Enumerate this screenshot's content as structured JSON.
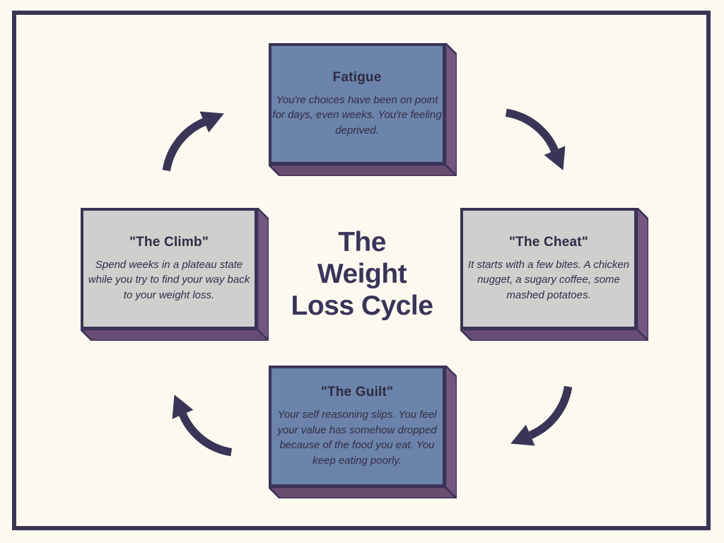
{
  "title": {
    "text": "The Weight Loss Cycle",
    "lines": [
      "The",
      "Weight",
      "Loss Cycle"
    ]
  },
  "boxes": [
    {
      "id": "fatigue",
      "position": "top",
      "heading": "Fatigue",
      "body": "You're choices have been on point for days, even weeks. You're feeling deprived.",
      "fill": "#6C83AB"
    },
    {
      "id": "the-cheat",
      "position": "right",
      "heading": "\"The Cheat\"",
      "body": "It starts with a few bites. A chicken nugget, a sugary coffee, some mashed potatoes.",
      "fill": "#CFCFCE"
    },
    {
      "id": "the-guilt",
      "position": "bottom",
      "heading": "\"The Guilt\"",
      "body": "Your self reasoning slips. You feel your value has somehow dropped because of the food you eat. You keep eating poorly.",
      "fill": "#6C83AB"
    },
    {
      "id": "the-climb",
      "position": "left",
      "heading": "\"The Climb\"",
      "body": "Spend weeks in a plateau state while you try to find your way back to your weight loss.",
      "fill": "#CFCFCE"
    }
  ],
  "arrows": [
    {
      "from": "the-climb",
      "to": "fatigue",
      "position": "top-left"
    },
    {
      "from": "fatigue",
      "to": "the-cheat",
      "position": "top-right"
    },
    {
      "from": "the-cheat",
      "to": "the-guilt",
      "position": "bottom-right"
    },
    {
      "from": "the-guilt",
      "to": "the-climb",
      "position": "bottom-left"
    }
  ],
  "colors": {
    "background": "#FCFAF0",
    "ink": "#3A3456",
    "title": "#3B3459",
    "blue_face": "#6C83AB",
    "gray_face": "#CFCFCE",
    "bevel_right": "#74577E",
    "bevel_bottom": "#684D72"
  }
}
